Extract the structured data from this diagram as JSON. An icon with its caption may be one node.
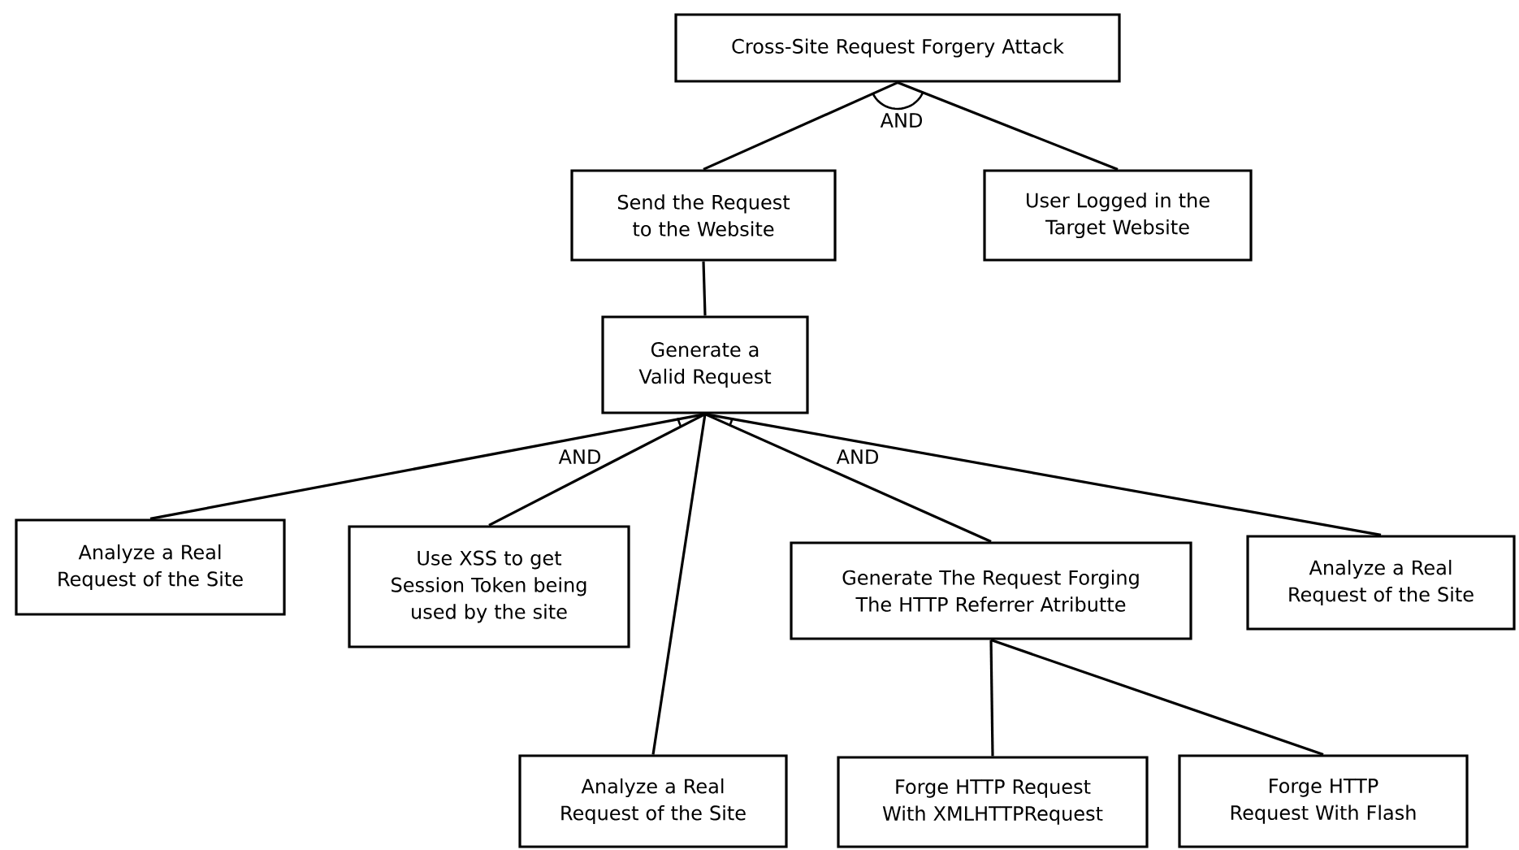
{
  "diagram": {
    "nodes": [
      {
        "text": [
          "Cross-Site Request Forgery Attack"
        ]
      },
      {
        "text": [
          "Send the Request to the Website"
        ]
      },
      {
        "text": [
          "User Logged in the Target Website"
        ]
      },
      {
        "text": [
          "Generate a Valid Request"
        ]
      },
      {
        "text": [
          "Analyze a Real Request of the Site"
        ]
      },
      {
        "text": [
          "Use XSS to get Session Token being used by the site"
        ]
      },
      {
        "text": [
          "Generate The Request Forging The HTTP Referrer Atributte"
        ]
      },
      {
        "text": [
          "Analyze a Real Request of the Site"
        ]
      },
      {
        "text": [
          "Analyze a Real Request of the Site"
        ]
      },
      {
        "text": [
          "Forge HTTP Request With XMLHTTPRequest"
        ]
      },
      {
        "text": [
          "Forge HTTP Request With Flash"
        ]
      }
    ],
    "edges": [
      {
        "from": 0,
        "to": 1,
        "arrow": "none"
      },
      {
        "from": 0,
        "to": 2,
        "arrow": "none"
      },
      {
        "from": 1,
        "to": 3,
        "arrow": "none"
      },
      {
        "from": 3,
        "to": 4,
        "arrow": "none"
      },
      {
        "from": 3,
        "to": 5,
        "arrow": "none"
      },
      {
        "from": 3,
        "to": 8,
        "arrow": "none"
      },
      {
        "from": 3,
        "to": 6,
        "arrow": "none"
      },
      {
        "from": 3,
        "to": 7,
        "arrow": "none"
      },
      {
        "from": 6,
        "to": 9,
        "arrow": "none"
      },
      {
        "from": 6,
        "to": 10,
        "arrow": "none"
      }
    ],
    "labels": [
      "AND",
      "AND",
      "AND"
    ]
  }
}
